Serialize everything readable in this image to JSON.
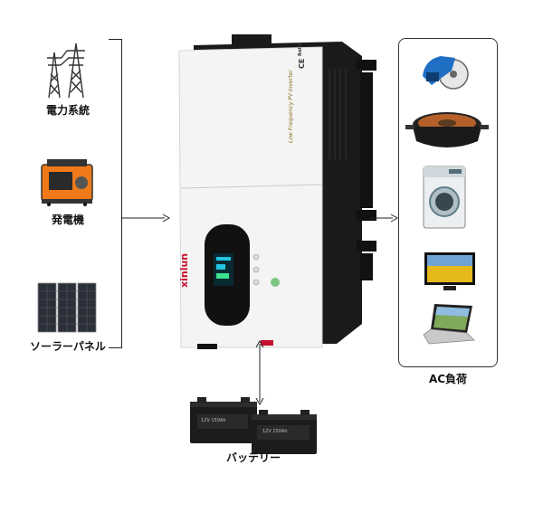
{
  "sources": [
    {
      "id": "grid",
      "label": "電力系統",
      "icon": "power-tower-icon"
    },
    {
      "id": "generator",
      "label": "発電機",
      "icon": "generator-icon"
    },
    {
      "id": "solar",
      "label": "ソーラーパネル",
      "icon": "solar-panel-icon"
    }
  ],
  "inverter": {
    "brand": "xinlun",
    "side_text": "Low Frequency PV Inverter",
    "cert_marks": [
      "CE",
      "RoHS"
    ]
  },
  "battery": {
    "label": "バッテリー",
    "model_text": "12V 150Ah"
  },
  "loads": {
    "label": "AC負荷",
    "items": [
      "tile-cutter-icon",
      "hot-pot-icon",
      "washing-machine-icon",
      "television-icon",
      "laptop-icon"
    ]
  },
  "colors": {
    "line": "#222222",
    "inverter_body": "#f4f4f4",
    "inverter_dark": "#1a1a1a",
    "brand_red": "#c8102e",
    "lcd": "#23c4e0"
  }
}
